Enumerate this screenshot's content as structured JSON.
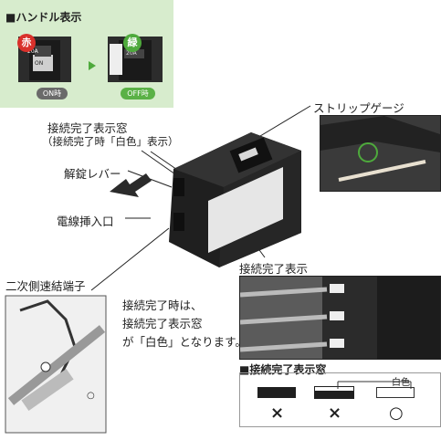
{
  "handle_box": {
    "title": "■ハンドル表示",
    "red_badge": "赤",
    "green_badge": "緑",
    "on_label": "ON時",
    "off_label": "OFF時",
    "rating_on": "20A",
    "rating_off": "20A",
    "switch_text_on": "ON"
  },
  "labels": {
    "window_line1": "接続完了表示窓",
    "window_line2": "（接続完了時「白色」表示）",
    "release_lever": "解錠レバー",
    "wire_port": "電線挿入口",
    "strip_gauge": "ストリップゲージ",
    "connect_indicator": "接続完了表示",
    "secondary_terminal": "二次側速結端子",
    "note_line1": "接続完了時は、",
    "note_line2": "接続完了表示窓",
    "note_line3": "が「白色」となります。"
  },
  "legend": {
    "title": "■接続完了表示窓",
    "white_label": "白色",
    "marks": [
      "×",
      "×",
      "○"
    ]
  },
  "colors": {
    "green_bg": "#d7eccd",
    "red": "#d9312b",
    "green": "#4eaa3c"
  }
}
